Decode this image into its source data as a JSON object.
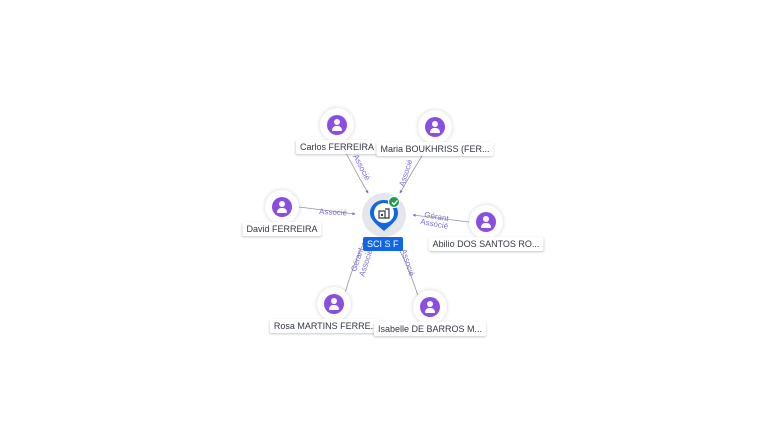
{
  "company": {
    "label": "SCI S F",
    "icon": "building-icon",
    "status_icon": "check-badge-icon",
    "accent_color": "#1166e6",
    "status_color": "#1f9a52"
  },
  "people": [
    {
      "name": "Carlos FERREIRA",
      "role": "Associé"
    },
    {
      "name": "Maria BOUKHRISS (FER...",
      "role": "Associé"
    },
    {
      "name": "David FERREIRA",
      "role": "Associé"
    },
    {
      "name": "Abilio DOS SANTOS RO...",
      "role": "Gérant",
      "role2": "Associé"
    },
    {
      "name": "Rosa MARTINS FERRE...",
      "role": "Gérant",
      "role2": "Associé"
    },
    {
      "name": "Isabelle DE BARROS M...",
      "role": "Associé"
    }
  ],
  "colors": {
    "person_avatar": "#8a4fe0",
    "edge_label": "#7c6fd6"
  }
}
